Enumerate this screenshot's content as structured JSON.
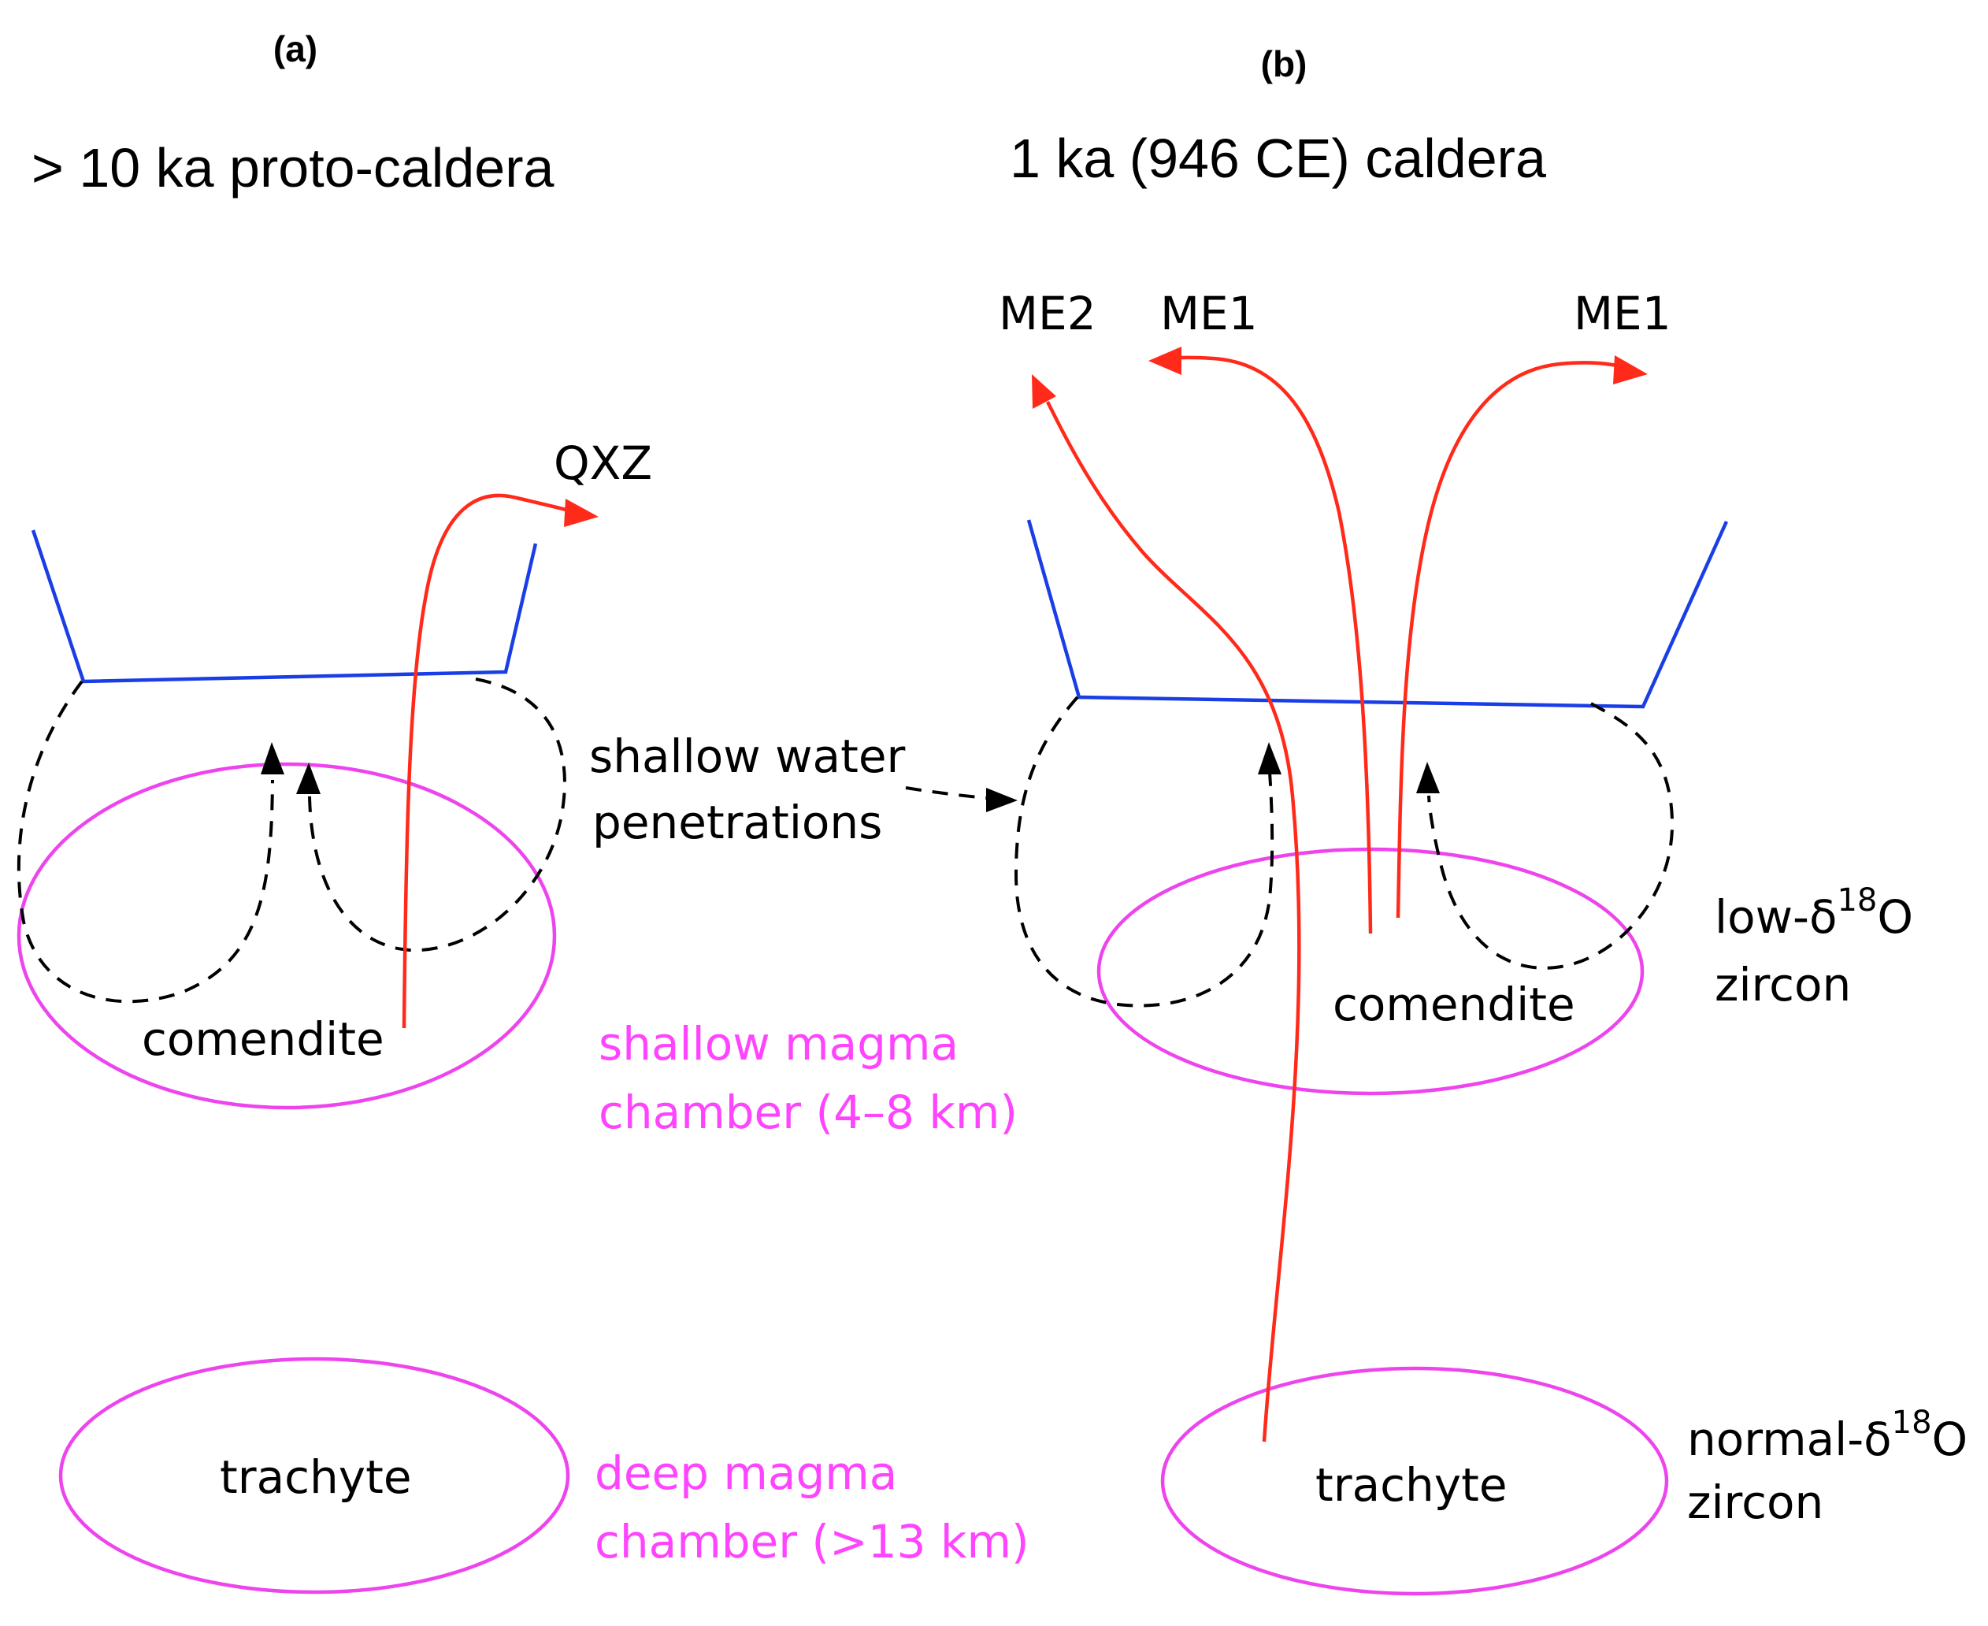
{
  "panel_a": {
    "tag": "(a)",
    "title": "> 10 ka proto-caldera",
    "output_label": "QXZ",
    "shallow_chamber_rock": "comendite",
    "deep_chamber_rock": "trachyte",
    "shallow_chamber_caption": [
      "shallow magma",
      "chamber (4–8 km)"
    ],
    "deep_chamber_caption": [
      "deep magma",
      "chamber (>13 km)"
    ],
    "water_caption": [
      "shallow water",
      "penetrations"
    ]
  },
  "panel_b": {
    "tag": "(b)",
    "title": "1 ka (946 CE)  caldera",
    "outputs": [
      "ME2",
      "ME1",
      "ME1"
    ],
    "shallow_chamber_rock": "comendite",
    "deep_chamber_rock": "trachyte",
    "shallow_zircon": {
      "prefix": "low-δ",
      "sup": "18",
      "suffix": "O",
      "line2": "zircon"
    },
    "deep_zircon": {
      "prefix": "normal-δ",
      "sup": "18",
      "suffix": "O",
      "line2": "zircon"
    }
  },
  "colors": {
    "caldera": "#1a3ee6",
    "magma_chamber": "#ee44ee",
    "magma_flow": "#ff2a1a",
    "water_path": "#000000",
    "chamber_caption": "#ff44ff"
  },
  "icons": {
    "flow_arrowhead": "red-triangle-arrowhead",
    "water_arrowhead": "black-triangle-arrowhead"
  }
}
